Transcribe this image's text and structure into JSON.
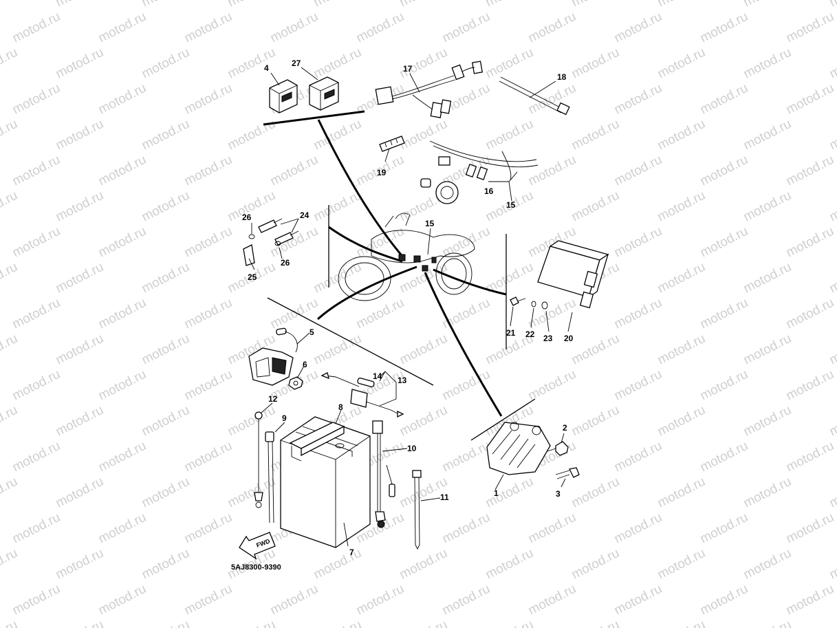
{
  "diagram": {
    "drawing_code": "5AJ8300-9390",
    "watermark": "motod.ru",
    "fwd_label": "FWD",
    "callouts": [
      "1",
      "2",
      "3",
      "4",
      "5",
      "6",
      "7",
      "8",
      "9",
      "10",
      "11",
      "12",
      "13",
      "14",
      "15",
      "15",
      "16",
      "17",
      "18",
      "19",
      "20",
      "21",
      "22",
      "23",
      "24",
      "25",
      "26",
      "26",
      "27"
    ]
  }
}
